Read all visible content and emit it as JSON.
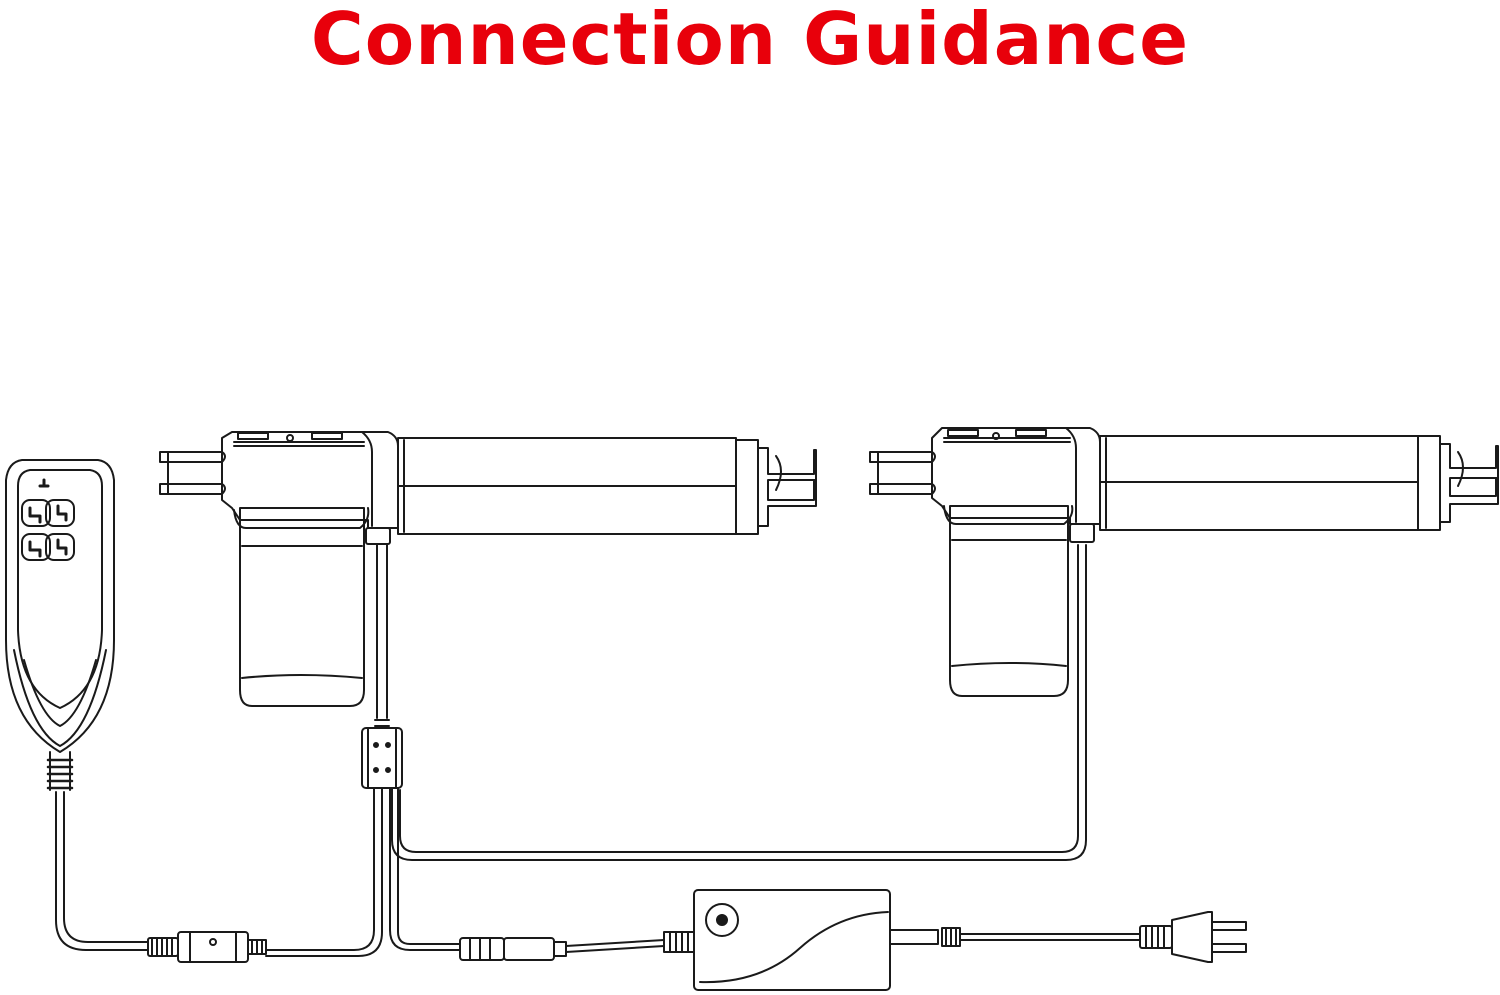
{
  "title": "Connection Guidance",
  "colors": {
    "title": "#e8000b",
    "line": "#1a1a1a",
    "background": "#ffffff"
  },
  "components": [
    {
      "name": "hand-controller",
      "buttons": 4,
      "icon": "remote-icon"
    },
    {
      "name": "linear-actuator",
      "count": 2,
      "icon": "actuator-icon"
    },
    {
      "name": "y-splitter-cable",
      "icon": "splitter-icon"
    },
    {
      "name": "power-adapter",
      "icon": "power-supply-icon"
    },
    {
      "name": "ac-plug",
      "icon": "plug-icon"
    }
  ]
}
